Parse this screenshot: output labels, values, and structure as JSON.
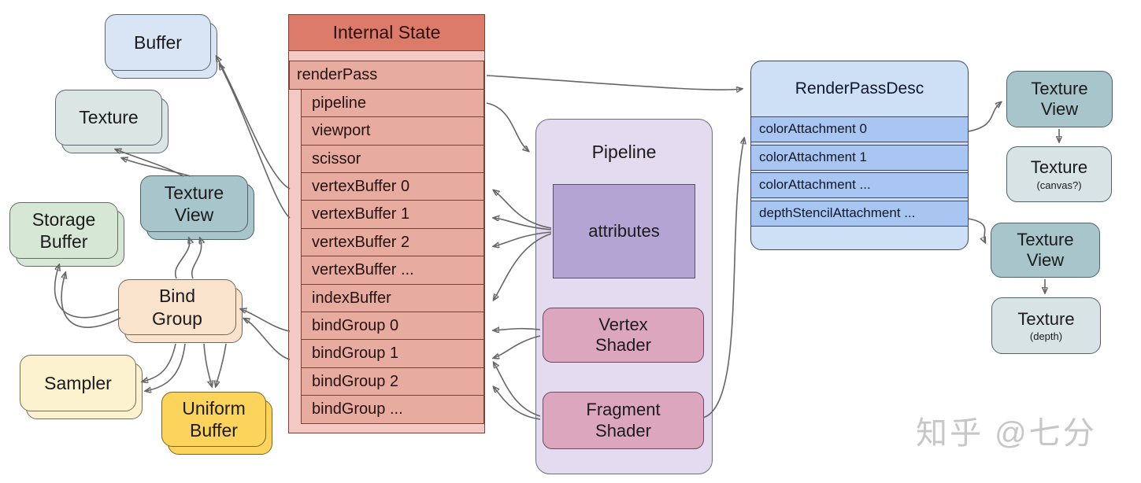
{
  "nodes": {
    "buffer": "Buffer",
    "texture": "Texture",
    "texture_view": "Texture View",
    "storage_buffer": "Storage Buffer",
    "bind_group": "Bind Group",
    "sampler": "Sampler",
    "uniform_buffer": "Uniform Buffer"
  },
  "internal_state": {
    "title": "Internal State",
    "rows": [
      "renderPass",
      "pipeline",
      "viewport",
      "scissor",
      "vertexBuffer 0",
      "vertexBuffer 1",
      "vertexBuffer 2",
      "vertexBuffer ...",
      "indexBuffer",
      "bindGroup 0",
      "bindGroup 1",
      "bindGroup 2",
      "bindGroup ..."
    ]
  },
  "pipeline": {
    "title": "Pipeline",
    "attributes_label": "attributes",
    "vertex_shader": "Vertex Shader",
    "fragment_shader": "Fragment Shader"
  },
  "render_pass_desc": {
    "title": "RenderPassDesc",
    "rows": [
      "colorAttachment 0",
      "colorAttachment 1",
      "colorAttachment ...",
      "depthStencilAttachment ..."
    ]
  },
  "right_column": {
    "texture_view_top": "Texture View",
    "texture_canvas_label": "Texture",
    "texture_canvas_sub": "(canvas?)",
    "texture_view_bottom": "Texture View",
    "texture_depth_label": "Texture",
    "texture_depth_sub": "(depth)"
  },
  "watermark": "知乎 @七分",
  "colors": {
    "table_header": "#dd7b6b",
    "table_row": "#e7aba0",
    "table_bg": "#f3cac3",
    "buffer_fill": "#d9e4f5",
    "texture_fill": "#dbe5e3",
    "texture_view_fill": "#a7c5cb",
    "storage_buffer_fill": "#d6e8d5",
    "bind_group_fill": "#f9e3cc",
    "sampler_fill": "#fdf2cf",
    "uniform_buffer_fill": "#fcd45c",
    "pipeline_fill": "#e3dcf0",
    "attributes_fill": "#b4a4d4",
    "shader_fill": "#dda6bf",
    "render_pass_desc_fill": "#cde0f6",
    "render_pass_row_fill": "#a9c6f2",
    "arrow": "#666666"
  }
}
